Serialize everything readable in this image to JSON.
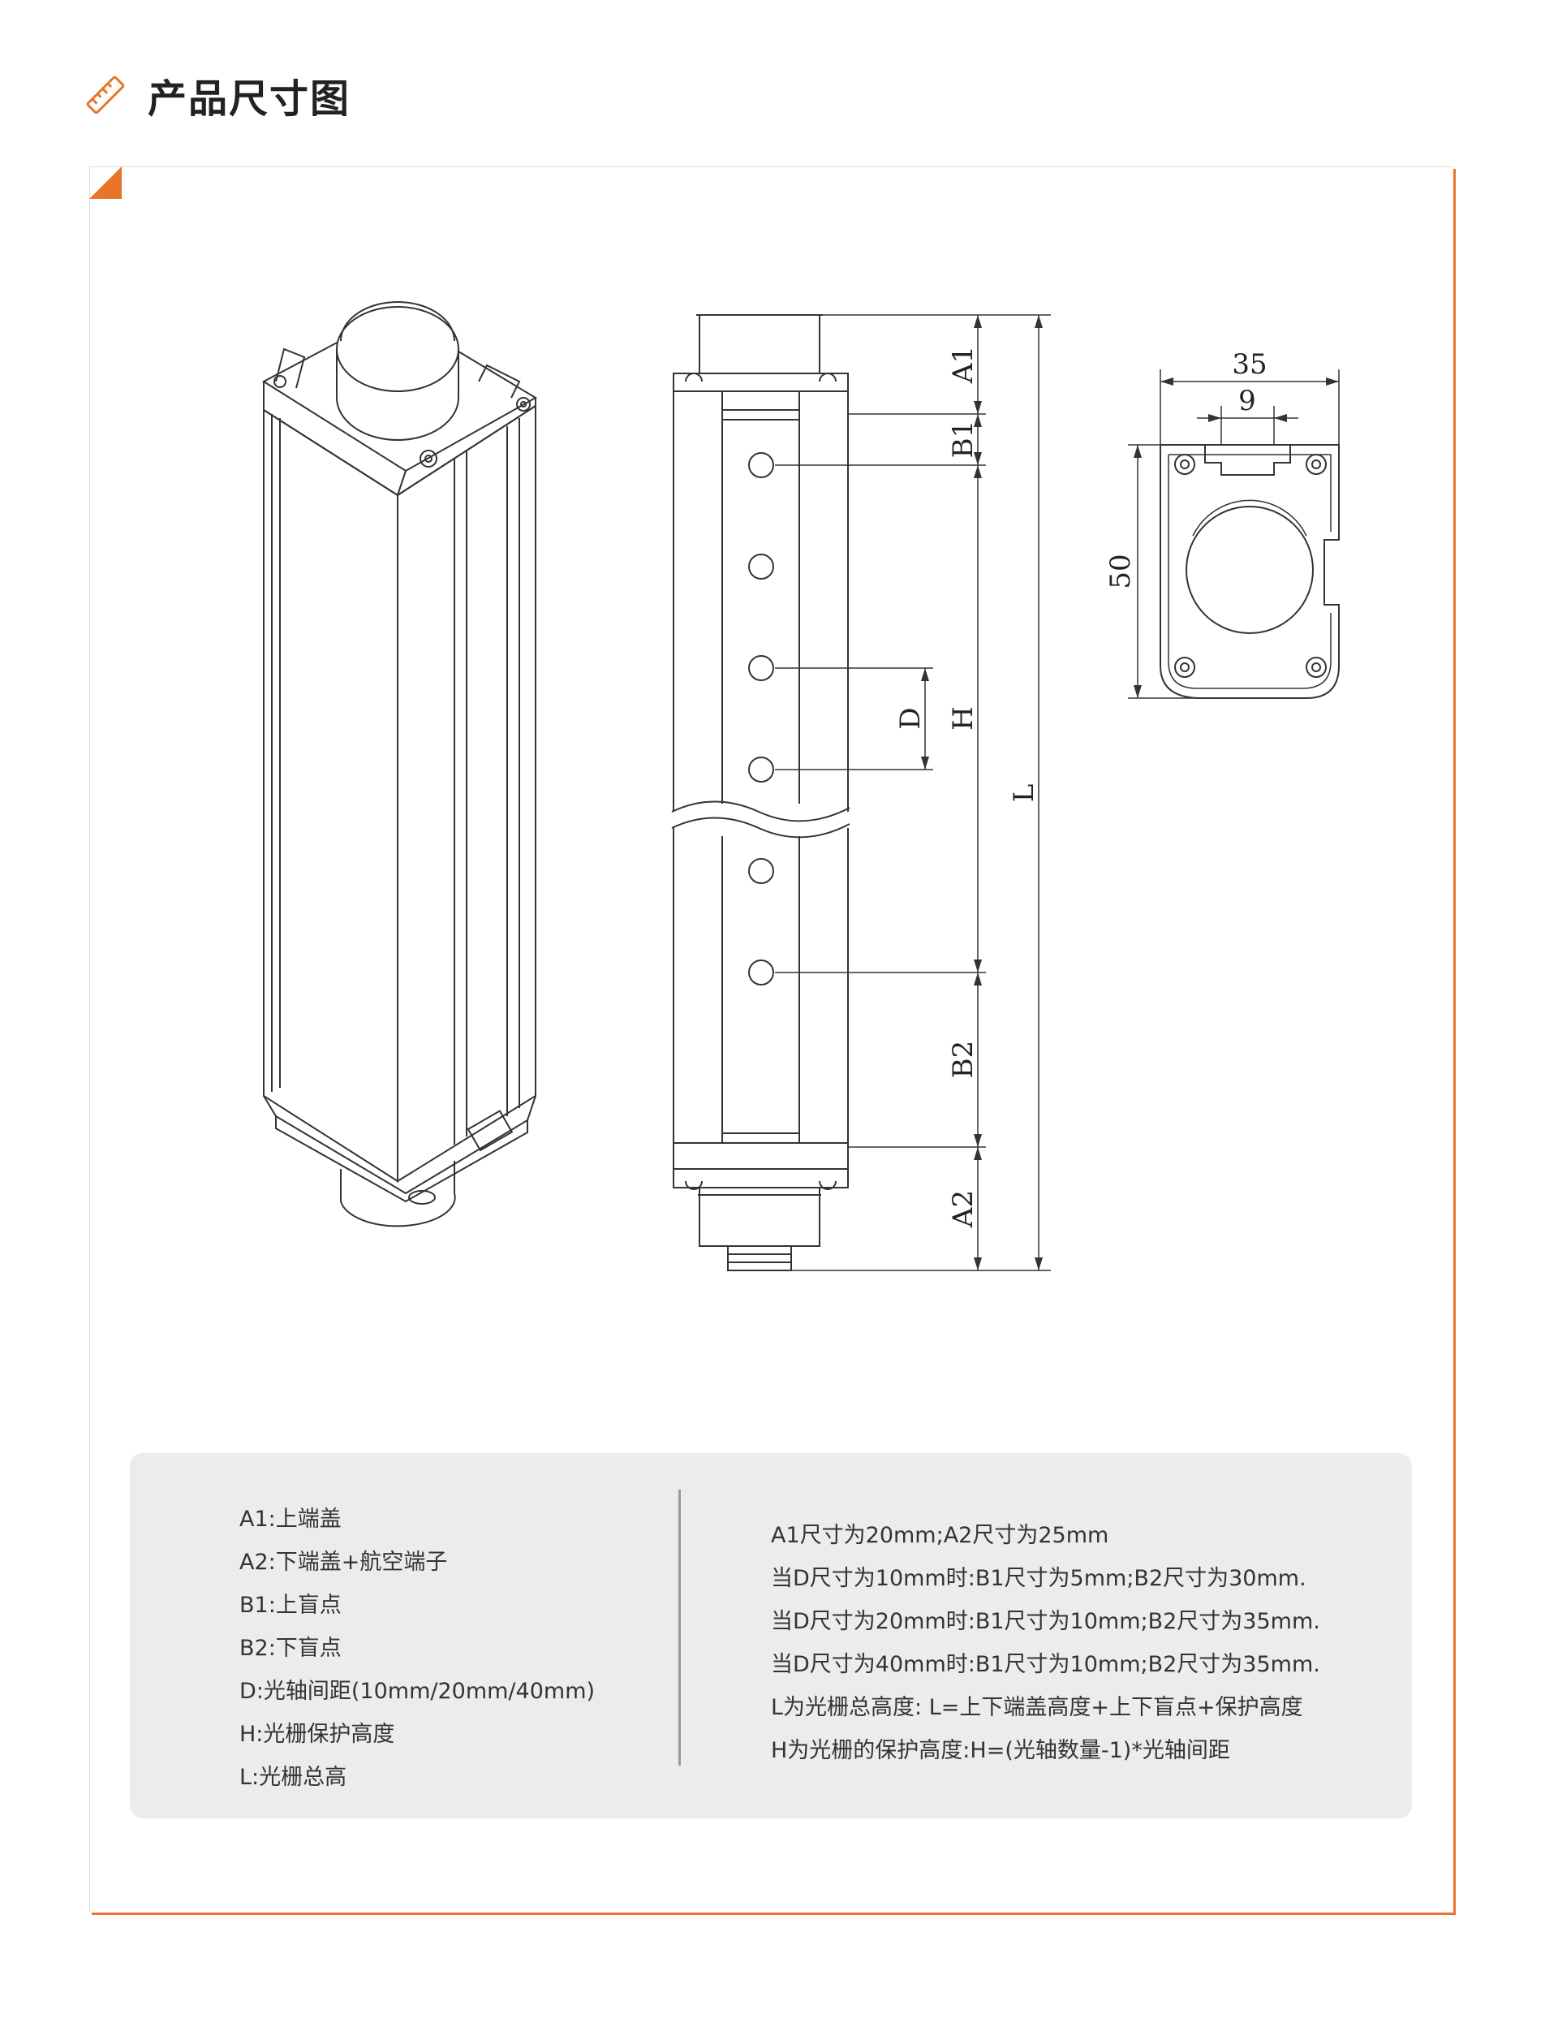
{
  "header": {
    "title": "产品尺寸图",
    "icon": "ruler-icon",
    "accent_color": "#e8762a"
  },
  "dimension_labels": {
    "a1": "A1",
    "b1": "B1",
    "d": "D",
    "h": "H",
    "l": "L",
    "b2": "B2",
    "a2": "A2",
    "width_35": "35",
    "width_9": "9",
    "height_50": "50"
  },
  "legend": {
    "left": [
      "A1:上端盖",
      "A2:下端盖+航空端子",
      "B1:上盲点",
      "B2:下盲点",
      "D:光轴间距(10mm/20mm/40mm)",
      "H:光栅保护高度",
      "L:光栅总高"
    ],
    "right": [
      "A1尺寸为20mm;A2尺寸为25mm",
      "当D尺寸为10mm时:B1尺寸为5mm;B2尺寸为30mm.",
      "当D尺寸为20mm时:B1尺寸为10mm;B2尺寸为35mm.",
      "当D尺寸为40mm时:B1尺寸为10mm;B2尺寸为35mm.",
      "L为光栅总高度: L=上下端盖高度+上下盲点+保护高度",
      "H为光栅的保护高度:H=(光轴数量-1)*光轴间距"
    ]
  }
}
